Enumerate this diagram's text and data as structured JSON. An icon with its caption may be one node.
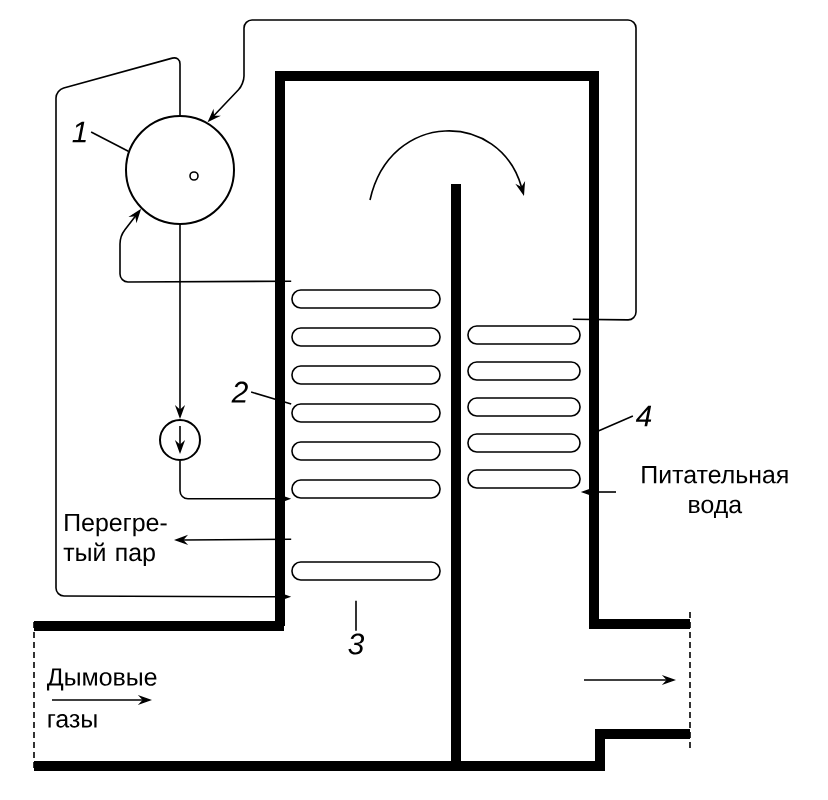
{
  "diagram": {
    "nodes": [
      {
        "text": [],
        "shape": "circle"
      },
      {
        "text": [],
        "shape": "circle"
      },
      {
        "text": [],
        "shape": "coil"
      },
      {
        "text": [],
        "shape": "coil"
      },
      {
        "text": [],
        "shape": "coil"
      },
      {
        "text": [
          "Перегре- тый пар"
        ]
      },
      {
        "text": [
          "Питательная вода"
        ]
      },
      {
        "text": [
          "1"
        ]
      },
      {
        "text": [
          "2"
        ]
      },
      {
        "text": [
          "3"
        ]
      },
      {
        "text": [
          "4"
        ]
      }
    ],
    "edges": [
      {
        "from": 0,
        "to": 1,
        "arrow": "to"
      },
      {
        "from": 1,
        "to": 2,
        "arrow": "to"
      },
      {
        "from": 2,
        "to": 0,
        "arrow": "to"
      },
      {
        "from": 0,
        "to": 3,
        "arrow": "to"
      },
      {
        "from": 3,
        "to": 5,
        "arrow": "to"
      },
      {
        "from": 4,
        "to": 0,
        "arrow": "to"
      },
      {
        "from": 6,
        "to": 4,
        "arrow": "to"
      },
      {
        "from": 7,
        "to": 0,
        "arrow": "none"
      },
      {
        "from": 8,
        "to": 2,
        "arrow": "none"
      },
      {
        "from": 9,
        "to": 3,
        "arrow": "none"
      },
      {
        "from": 10,
        "to": 4,
        "arrow": "none"
      }
    ],
    "labels": [
      "Дымовые газы"
    ]
  }
}
